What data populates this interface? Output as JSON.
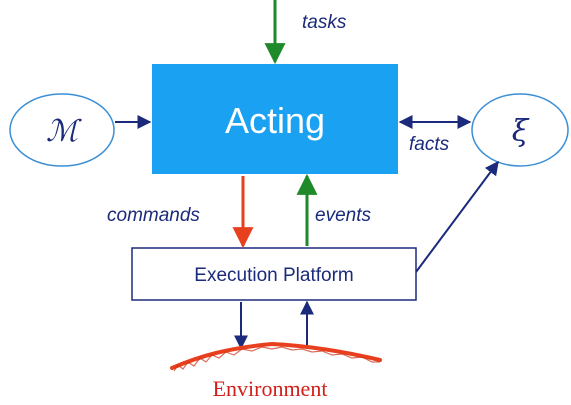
{
  "nodes": {
    "acting": {
      "label": "Acting"
    },
    "model": {
      "label": "ℳ"
    },
    "xi": {
      "label": "ξ"
    },
    "platform": {
      "label": "Execution Platform"
    },
    "environment": {
      "label": "Environment"
    }
  },
  "edges": {
    "tasks": "tasks",
    "facts": "facts",
    "commands": "commands",
    "events": "events"
  },
  "colors": {
    "acting_fill": "#1ba1f2",
    "primary": "#1b2a7a",
    "ellipse_stroke": "#3a8fd6",
    "green": "#1e8a2a",
    "red": "#e8401e",
    "environment": "#d0201a"
  }
}
